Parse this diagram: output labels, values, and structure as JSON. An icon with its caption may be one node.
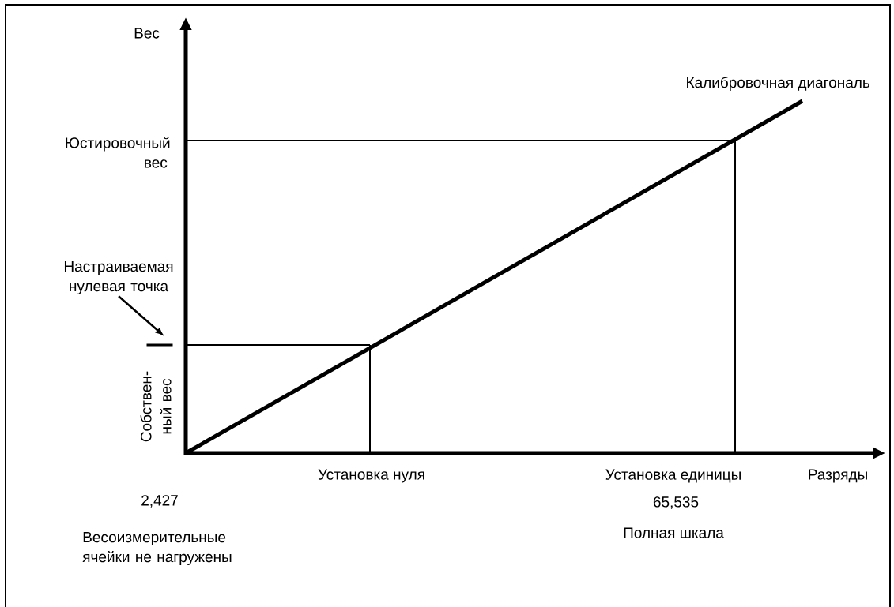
{
  "diagram": {
    "nodes": [
      {
        "text": [
          "Настраиваемая нулевая точка"
        ]
      },
      {
        "text": [],
        "shape": "bar"
      }
    ],
    "edges": [
      {
        "from": 0,
        "to": 1,
        "arrow": "to"
      }
    ],
    "labels": [
      "Вес",
      "Калибровочная диагональ",
      "Юстировочный вес",
      "Собствен- ный вес",
      "Установка нуля",
      "Установка единицы",
      "Разряды",
      "2,427",
      "65,535",
      "Полная шкала",
      "Весоизмерительные ячейки не нагружены"
    ]
  }
}
